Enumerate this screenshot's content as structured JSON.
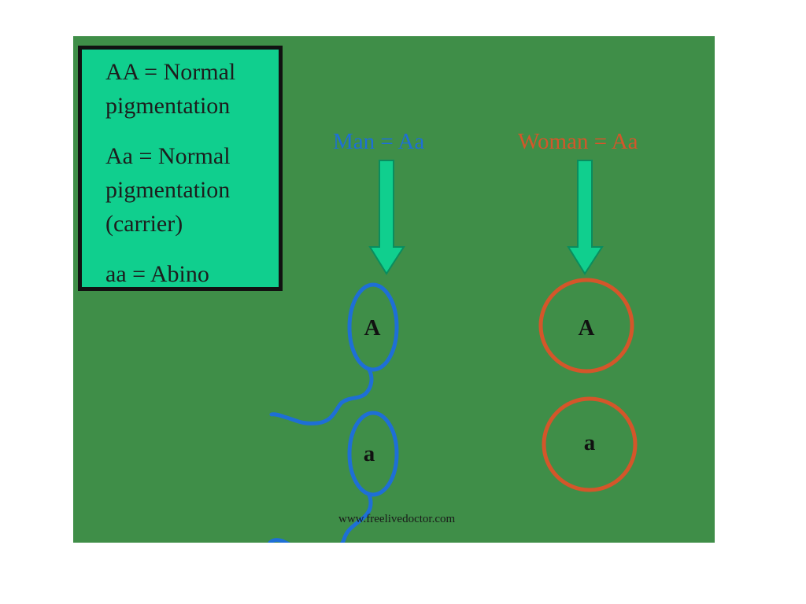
{
  "legend": {
    "lines": [
      "AA = Normal",
      "pigmentation",
      "Aa = Normal",
      "pigmentation",
      "(carrier)",
      "aa = Abino"
    ]
  },
  "man": {
    "label": "Man = Aa",
    "alleles": [
      "A",
      "a"
    ],
    "color": "#1e6fd6"
  },
  "woman": {
    "label": "Woman = Aa",
    "alleles": [
      "A",
      "a"
    ],
    "color": "#d4562a"
  },
  "arrow_color": "#10cf8e",
  "background_color": "#3f8e48",
  "watermark": "www.freelivedoctor.com"
}
